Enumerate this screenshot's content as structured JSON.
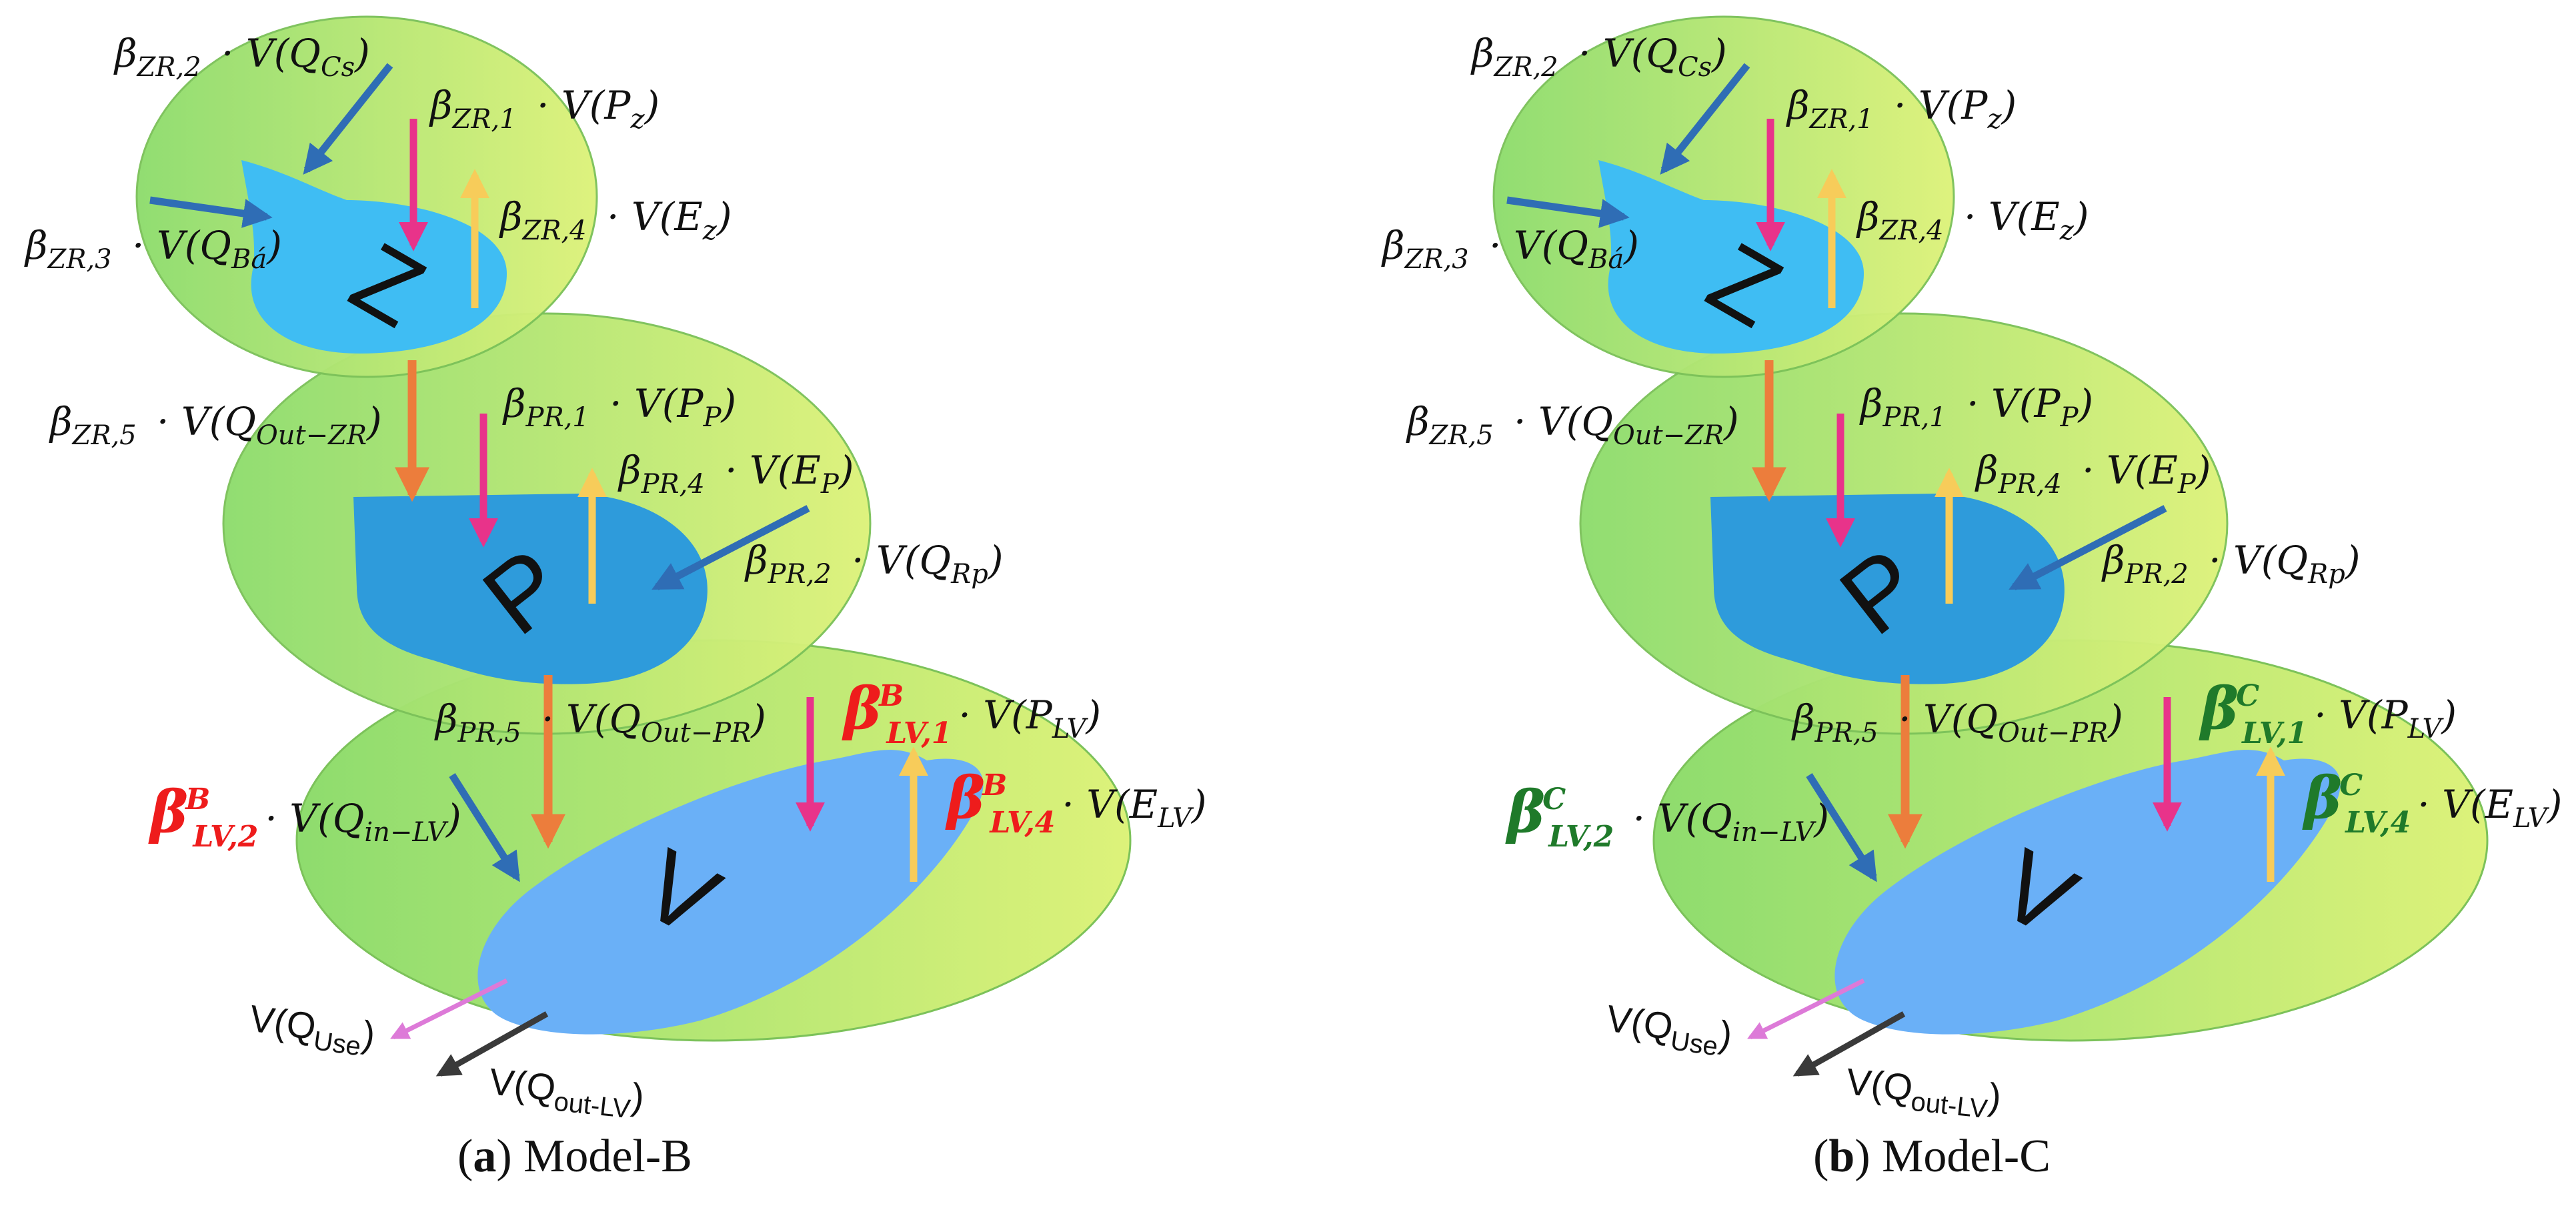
{
  "colors": {
    "ellipse_left": "#8edc6e",
    "ellipse_right": "#ddf27a",
    "ellipse_stroke": "#7cc25a",
    "reservoir_z": "#3fbdf3",
    "reservoir_p": "#2e9bdb",
    "reservoir_v": "#6ab0f7",
    "arrow_blue": "#2f6db5",
    "arrow_pink": "#e8338a",
    "arrow_yellow": "#f7cc5a",
    "arrow_orange": "#ec7d3c",
    "arrow_light_pink": "#dd7ad8",
    "arrow_dark": "#3a3a3a",
    "model_b_highlight": "#ee1c1c",
    "model_c_highlight": "#1f7a2a"
  },
  "panels": [
    {
      "caption_letter": "a",
      "caption_text": " Model-B",
      "reservoirs": {
        "z": "Z",
        "p": "P",
        "v": "V"
      },
      "labels": {
        "zr2": {
          "beta": "β",
          "sub": "ZR,2",
          "v": " · V(Q",
          "vsub": "Cs",
          "end": ")"
        },
        "zr1": {
          "beta": "β",
          "sub": "ZR,1",
          "v": " · V(P",
          "vsub": "z",
          "end": ")"
        },
        "zr4": {
          "beta": "β",
          "sub": "ZR,4",
          "v": " · V(E",
          "vsub": "z",
          "end": ")"
        },
        "zr3": {
          "beta": "β",
          "sub": "ZR,3",
          "v": " · V(Q",
          "vsub": "Bá",
          "end": ")"
        },
        "zr5": {
          "beta": "β",
          "sub": "ZR,5",
          "v": " · V(Q",
          "vsub": "Out−ZR",
          "end": ")"
        },
        "pr1": {
          "beta": "β",
          "sub": "PR,1",
          "v": " · V(P",
          "vsub": "P",
          "end": ")"
        },
        "pr4": {
          "beta": "β",
          "sub": "PR,4",
          "v": " · V(E",
          "vsub": "P",
          "end": ")"
        },
        "pr2": {
          "beta": "β",
          "sub": "PR,2",
          "v": " · V(Q",
          "vsub": "Rp",
          "end": ")"
        },
        "pr5": {
          "beta": "β",
          "sub": "PR,5",
          "v": " · V(Q",
          "vsub": "Out−PR",
          "end": ")"
        },
        "lv1": {
          "beta": "β",
          "sup": "B",
          "sub": "LV,1",
          "v": "· V(P",
          "vsub": "LV",
          "end": ")"
        },
        "lv2": {
          "beta": "β",
          "sup": "B",
          "sub": "LV,2",
          "v": "· V(Q",
          "vsub": "in−LV",
          "end": ")"
        },
        "lv4": {
          "beta": "β",
          "sup": "B",
          "sub": "LV,4",
          "v": "· V(E",
          "vsub": "LV",
          "end": ")"
        },
        "use": {
          "v": "V(Q",
          "vsub": "Use",
          "end": ")"
        },
        "outlv": {
          "v": "V(Q",
          "vsub": "out-LV",
          "end": ")"
        }
      }
    },
    {
      "caption_letter": "b",
      "caption_text": " Model-C",
      "reservoirs": {
        "z": "Z",
        "p": "P",
        "v": "V"
      },
      "labels": {
        "zr2": {
          "beta": "β",
          "sub": "ZR,2",
          "v": " · V(Q",
          "vsub": "Cs",
          "end": ")"
        },
        "zr1": {
          "beta": "β",
          "sub": "ZR,1",
          "v": " · V(P",
          "vsub": "z",
          "end": ")"
        },
        "zr4": {
          "beta": "β",
          "sub": "ZR,4",
          "v": " · V(E",
          "vsub": "z",
          "end": ")"
        },
        "zr3": {
          "beta": "β",
          "sub": "ZR,3",
          "v": " · V(Q",
          "vsub": "Bá",
          "end": ")"
        },
        "zr5": {
          "beta": "β",
          "sub": "ZR,5",
          "v": " · V(Q",
          "vsub": "Out−ZR",
          "end": ")"
        },
        "pr1": {
          "beta": "β",
          "sub": "PR,1",
          "v": " · V(P",
          "vsub": "P",
          "end": ")"
        },
        "pr4": {
          "beta": "β",
          "sub": "PR,4",
          "v": " · V(E",
          "vsub": "P",
          "end": ")"
        },
        "pr2": {
          "beta": "β",
          "sub": "PR,2",
          "v": " · V(Q",
          "vsub": "Rp",
          "end": ")"
        },
        "pr5": {
          "beta": "β",
          "sub": "PR,5",
          "v": " · V(Q",
          "vsub": "Out−PR",
          "end": ")"
        },
        "lv1": {
          "beta": "β",
          "sup": "C",
          "sub": "LV,1",
          "v": "· V(P",
          "vsub": "LV",
          "end": ")"
        },
        "lv2": {
          "beta": "β",
          "sup": "C",
          "sub": "LV,2",
          "v": " · V(Q",
          "vsub": "in−LV",
          "end": ")"
        },
        "lv4": {
          "beta": "β",
          "sup": "C",
          "sub": "LV,4",
          "v": "· V(E",
          "vsub": "LV",
          "end": ")"
        },
        "use": {
          "v": "V(Q",
          "vsub": "Use",
          "end": ")"
        },
        "outlv": {
          "v": "V(Q",
          "vsub": "out-LV",
          "end": ")"
        }
      }
    }
  ]
}
